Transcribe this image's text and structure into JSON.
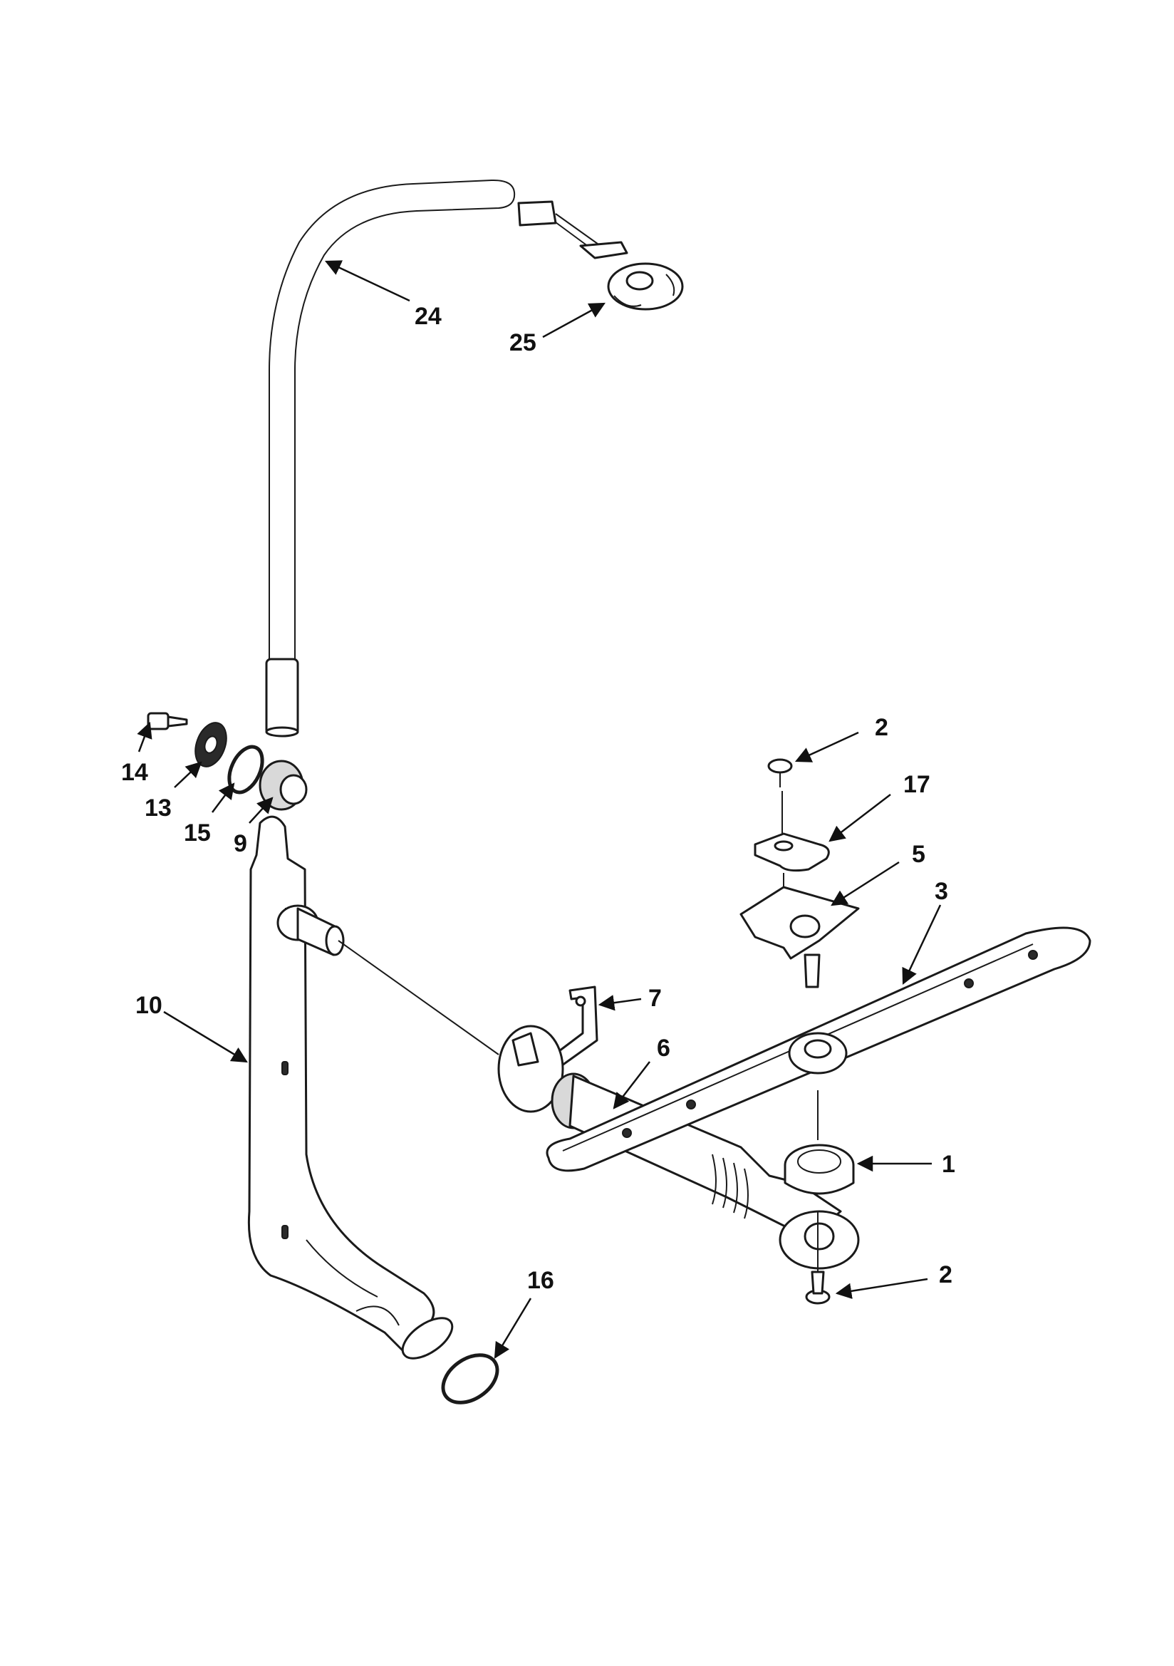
{
  "diagram": {
    "callouts": [
      {
        "id": "c24",
        "text": "24"
      },
      {
        "id": "c25",
        "text": "25"
      },
      {
        "id": "c14",
        "text": "14"
      },
      {
        "id": "c13",
        "text": "13"
      },
      {
        "id": "c15",
        "text": "15"
      },
      {
        "id": "c9",
        "text": "9"
      },
      {
        "id": "c2a",
        "text": "2"
      },
      {
        "id": "c17",
        "text": "17"
      },
      {
        "id": "c5",
        "text": "5"
      },
      {
        "id": "c3",
        "text": "3"
      },
      {
        "id": "c7",
        "text": "7"
      },
      {
        "id": "c6",
        "text": "6"
      },
      {
        "id": "c10",
        "text": "10"
      },
      {
        "id": "c1",
        "text": "1"
      },
      {
        "id": "c2b",
        "text": "2"
      },
      {
        "id": "c16",
        "text": "16"
      }
    ]
  }
}
